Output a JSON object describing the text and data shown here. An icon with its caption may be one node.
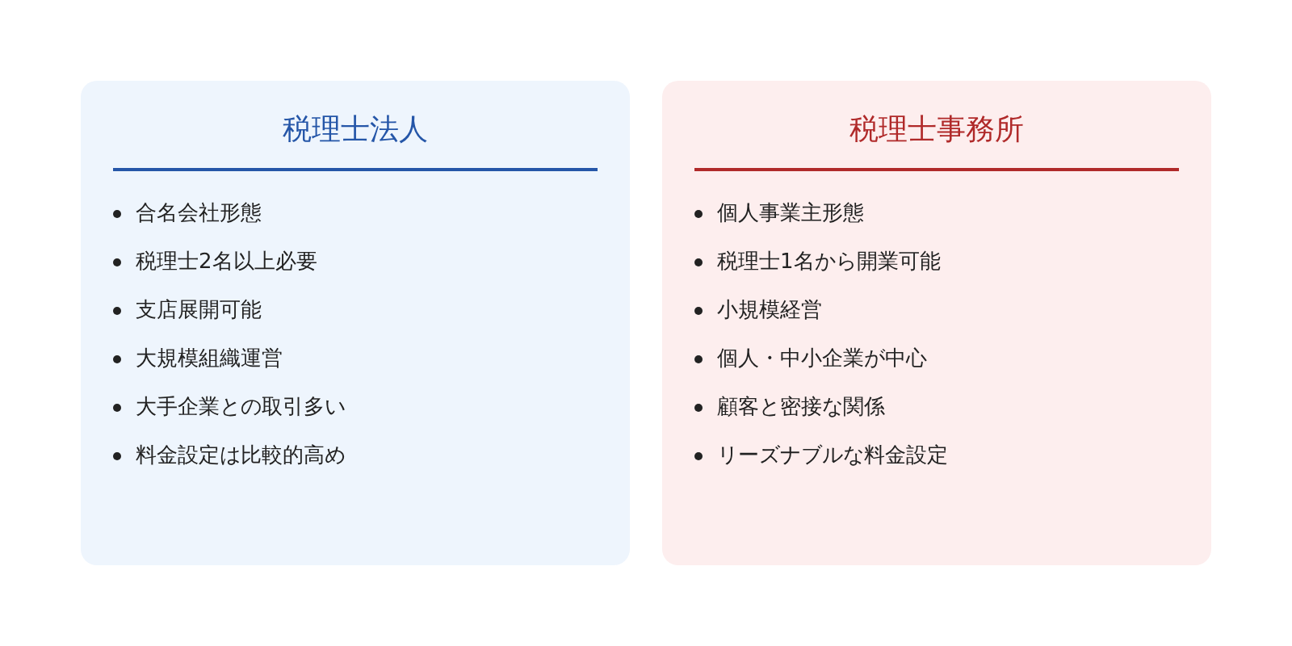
{
  "diagram": {
    "nodes": [
      {
        "text": [
          "税理士法人",
          "合名会社形態",
          "税理士2名以上必要",
          "支店展開可能",
          "大規模組織運営",
          "大手企業との取引多い",
          "料金設定は比較的高め"
        ]
      },
      {
        "text": [
          "税理士事務所",
          "個人事業主形態",
          "税理士1名から開業可能",
          "小規模経営",
          "個人・中小企業が中心",
          "顧客と密接な関係",
          "リーズナブルな料金設定"
        ]
      }
    ],
    "edges": []
  }
}
